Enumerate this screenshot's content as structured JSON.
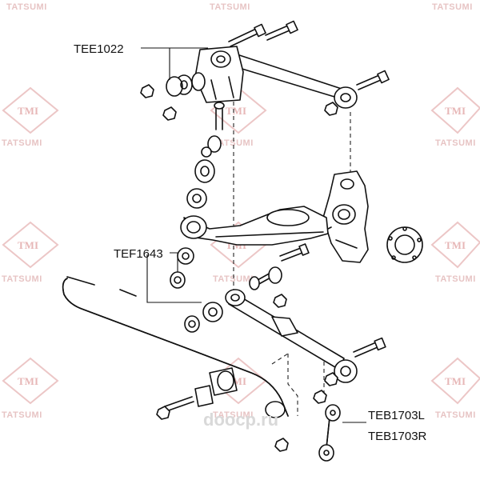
{
  "watermark": {
    "brand": "TATSUMI",
    "logo": "TMI",
    "color": "#e7b7b7"
  },
  "callouts": [
    {
      "id": "tee1022",
      "label": "TEE1022"
    },
    {
      "id": "tef1643",
      "label": "TEF1643"
    },
    {
      "id": "teb1703l",
      "label": "TEB1703L"
    },
    {
      "id": "teb1703r",
      "label": "TEB1703R"
    }
  ],
  "footer": {
    "site": "doocp.ru"
  }
}
